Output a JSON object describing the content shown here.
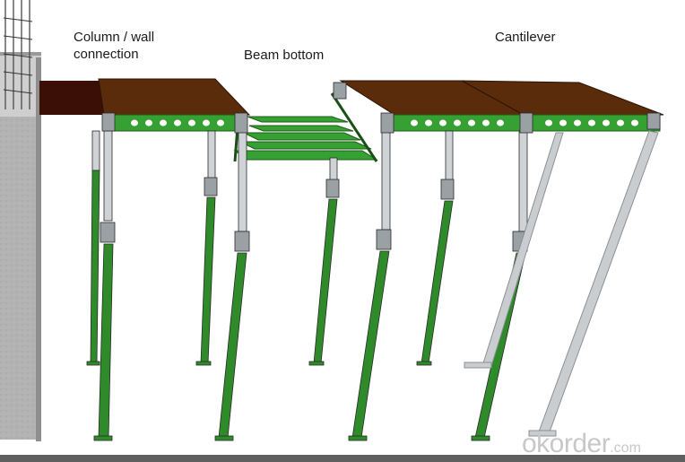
{
  "captions": {
    "column_wall_line1": "Column / wall",
    "column_wall_line2": "connection",
    "beam_bottom": "Beam bottom",
    "cantilever": "Cantilever"
  },
  "watermark": {
    "name": "okorder",
    "tld": ".com"
  },
  "colors": {
    "prop_green": "#2f8a2a",
    "beam_green": "#37a033",
    "deck_brown": "#5c2d0c",
    "concrete": "#b4b4b4",
    "steel": "#c9cdd0"
  },
  "icons": [
    "floor-prop",
    "drophead",
    "primary-beam",
    "plywood-deck",
    "diagonal-brace"
  ]
}
